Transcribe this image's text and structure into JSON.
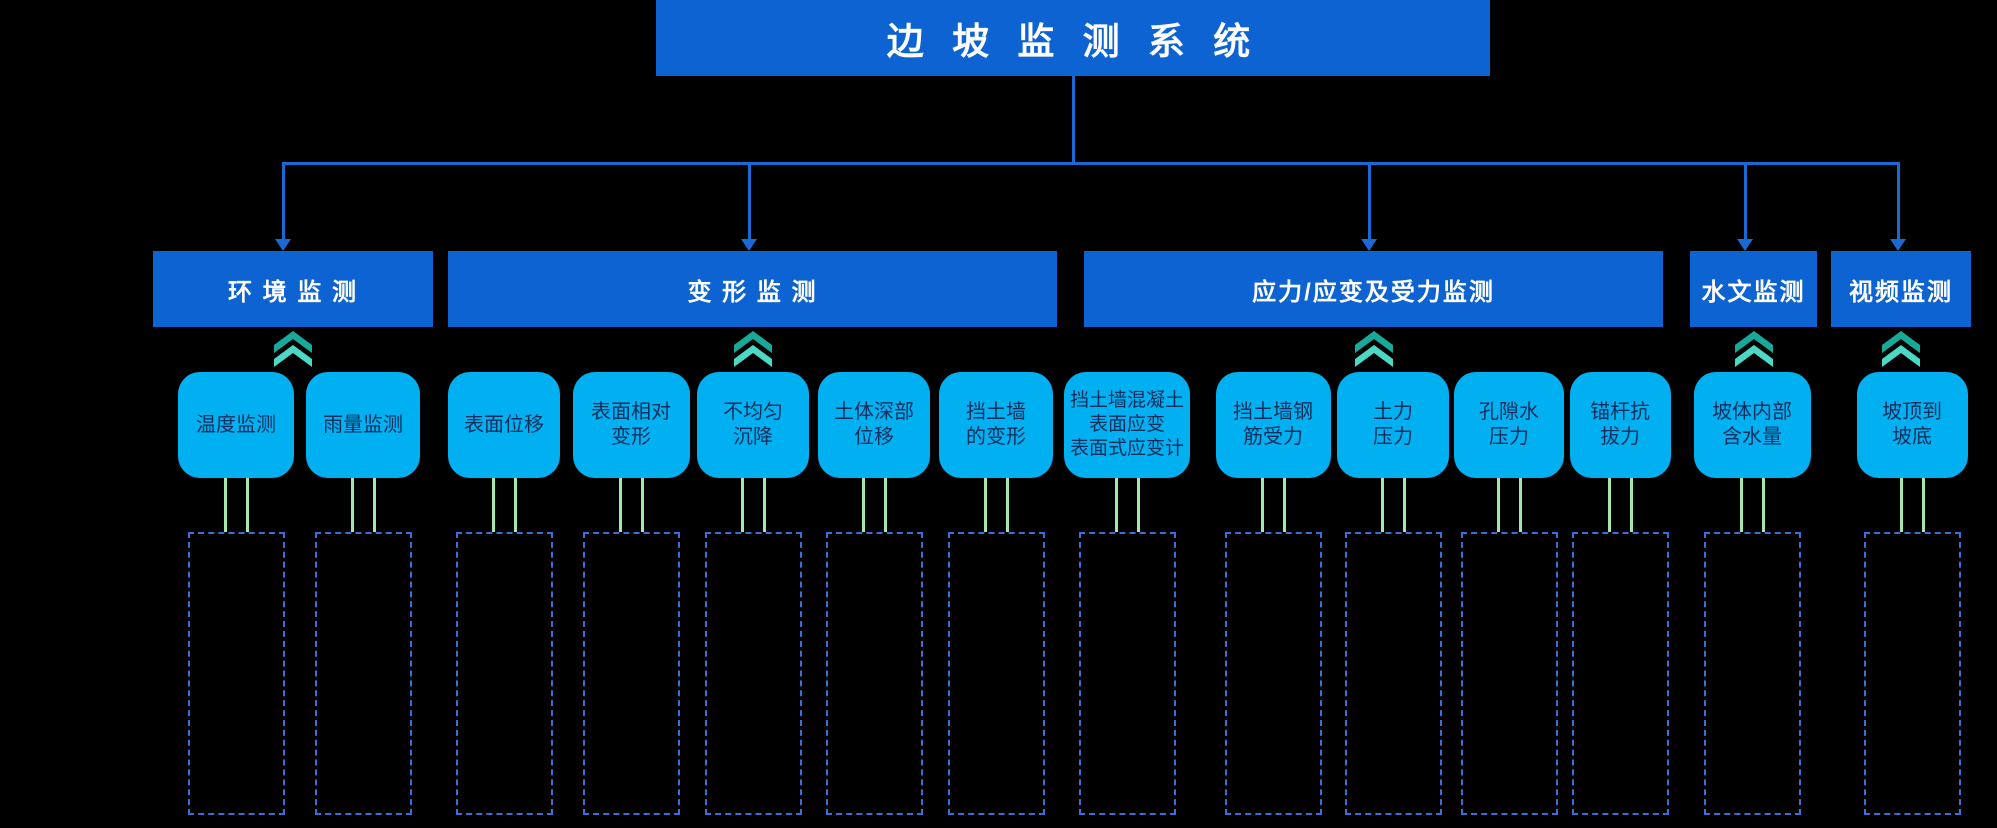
{
  "title": "边 坡 监 测 系 统",
  "colors": {
    "bg": "#000000",
    "box_blue": "#0d63d1",
    "connector_blue": "#1a6ad4",
    "leaf_cyan": "#00b0f0",
    "leaf_text": "#0d2e5c",
    "stem_green": "#a5e6ad",
    "dashed_border": "#3a6fd9",
    "chevron_dark": "#17a99a",
    "chevron_light": "#4bd9c6"
  },
  "categories": [
    {
      "label": "环 境 监 测",
      "children": [
        {
          "label": "温度监测"
        },
        {
          "label": "雨量监测"
        }
      ]
    },
    {
      "label": "变 形 监 测",
      "children": [
        {
          "label": "表面位移"
        },
        {
          "label": "表面相对\n变形"
        },
        {
          "label": "不均匀\n沉降"
        },
        {
          "label": "土体深部\n位移"
        },
        {
          "label": "挡土墙\n的变形"
        }
      ]
    },
    {
      "label": "应力/应变及受力监测",
      "children": [
        {
          "label": "挡土墙混凝土\n表面应变\n表面式应变计"
        },
        {
          "label": "挡土墙钢\n筋受力"
        },
        {
          "label": "土力\n压力"
        },
        {
          "label": "孔隙水\n压力"
        },
        {
          "label": "锚杆抗\n拔力"
        }
      ]
    },
    {
      "label": "水文监测",
      "children": [
        {
          "label": "坡体内部\n含水量"
        }
      ]
    },
    {
      "label": "视频监测",
      "children": [
        {
          "label": "坡顶到\n坡底"
        }
      ]
    }
  ]
}
